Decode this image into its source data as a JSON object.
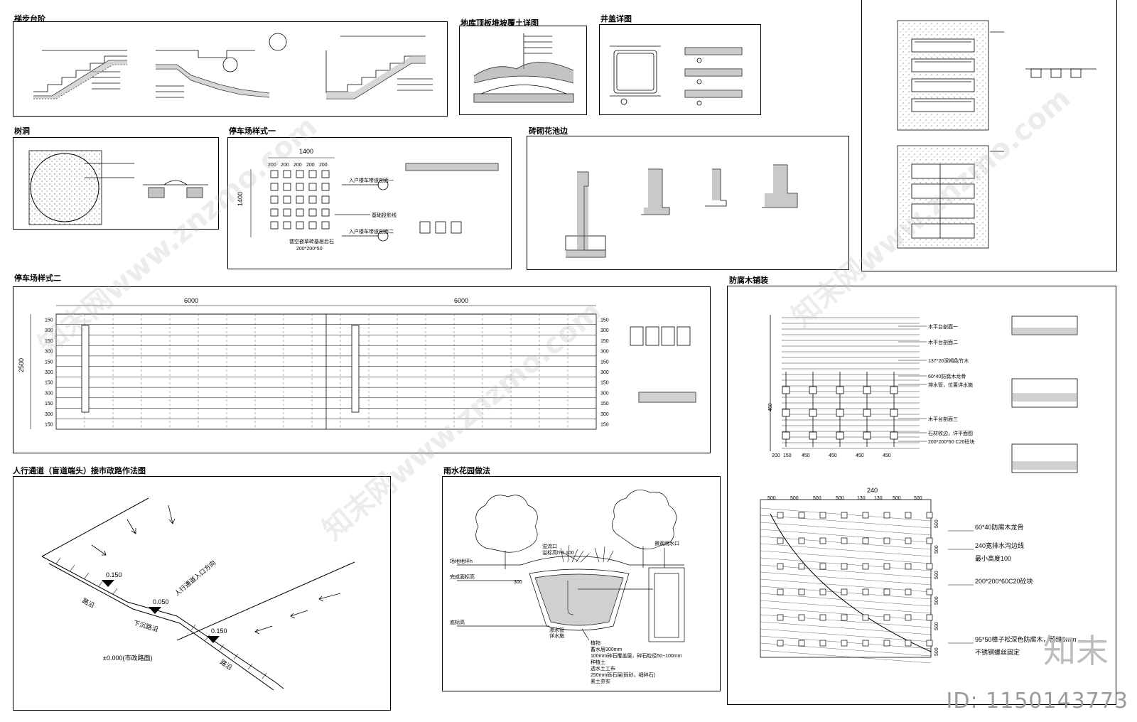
{
  "titles": {
    "stairs": "梯步台阶",
    "roof_soil": "地库顶板堆坡覆土详图",
    "manhole": "井盖详图",
    "tree_pit": "树洞",
    "parking1": "停车场样式一",
    "brick_bed": "砖砌花池边",
    "parking2": "停车场样式二",
    "wood_deck": "防腐木铺装",
    "sidewalk": "人行通道（盲道端头）接市政路作法图",
    "rain_garden": "雨水花园做法"
  },
  "parking1": {
    "dim_top": "1400",
    "dim_left": "1400",
    "dim_cells": "200",
    "label_section1": "入户楼车带道剖面一",
    "label_base": "基础投影线",
    "label_section2": "入户楼车带道剖面二",
    "label_stone": "镂空嵌草砖基层后石",
    "label_size": "200*200*50"
  },
  "parking2": {
    "dim_left_half": "6000",
    "dim_right_half": "6000",
    "dim_height": "2500",
    "row_labels": [
      "150",
      "300",
      "150",
      "300",
      "150",
      "300",
      "150",
      "300",
      "150",
      "300",
      "150"
    ]
  },
  "wood_deck": {
    "top_labels": [
      "200",
      "150",
      "450",
      "450",
      "450",
      "450"
    ],
    "side_dim": "450",
    "callouts": [
      "木平台剖面一",
      "木平台剖面二",
      "137*20深褐色竹木",
      "60*40防腐木龙骨",
      "排水管，位置详水施",
      "木平台剖面三",
      "石材收边，详平面图",
      "200*200*60 C20砼块"
    ],
    "plan2_top": "240",
    "plan2_dims": [
      "500",
      "500",
      "500",
      "500",
      "130",
      "130",
      "500",
      "500"
    ],
    "plan2_side": "500",
    "plan2_notes": [
      "60*40防腐木龙骨",
      "240宽排水沟边线",
      "最小高度100",
      "200*200*60C20砼块",
      "95*50樟子松深色防腐木，留缝5mm",
      "不锈钢螺丝固定"
    ]
  },
  "sidewalk": {
    "elev1": "0.150",
    "elev2": "0.050",
    "elev3": "0.150",
    "curb1": "路沿",
    "curb_down": "下沉路沿",
    "curb2": "路沿",
    "direction": "人行通道入口方向",
    "road": "±0.000(市政路面)"
  },
  "rain_garden": {
    "labels_left": [
      "场地地坪h",
      "完成面标高",
      "300",
      "底标高"
    ],
    "overflow": "溢流口",
    "overflow2": "溢标高h-0.100",
    "scenic_drain": "景观雨水口",
    "layers": [
      "植物",
      "蓄水层300mm",
      "100mm碎石覆盖层，碎石粒径50~100mm",
      "种植土",
      "透水土工布",
      "250mm砾石层(砾砂，细碎石)",
      "素土夯实"
    ],
    "pipe": "渗水管",
    "pipe2": "详水施"
  },
  "brand": "知末",
  "id_text": "ID: 1150143773",
  "watermark": "知末网www.znzmo.com"
}
